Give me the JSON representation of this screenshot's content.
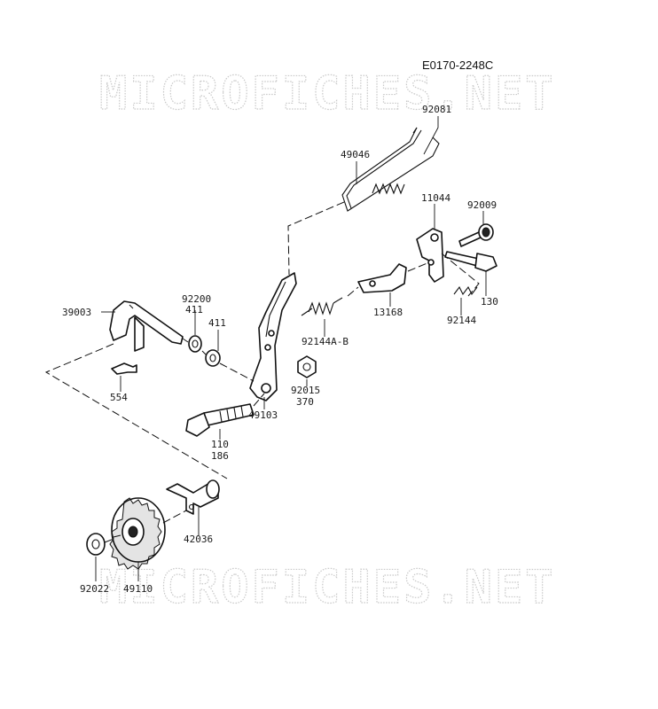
{
  "diagram_code": "E0170-2248C",
  "watermarks": [
    "MICROFICHES.NET",
    "MICROFICHES.NET"
  ],
  "part_labels": {
    "p92081": "92081",
    "p49046": "49046",
    "p11044": "11044",
    "p92009": "92009",
    "p130": "130",
    "p13168": "13168",
    "p92144": "92144",
    "p92144AB": "92144A-B",
    "p39003": "39003",
    "p92200": "92200",
    "p411a": "411",
    "p411b": "411",
    "p554": "554",
    "p92015": "92015",
    "p370": "370",
    "p49103": "49103",
    "p110": "110",
    "p186": "186",
    "p42036": "42036",
    "p92022": "92022",
    "p49110": "49110"
  }
}
